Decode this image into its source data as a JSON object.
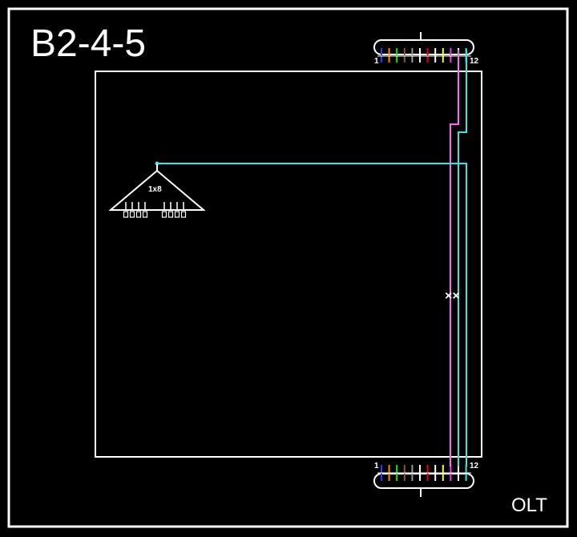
{
  "title": "B2-4-5",
  "corner_label": "OLT",
  "splitter": {
    "label": "1x8"
  },
  "top_cable": {
    "start_label": "1",
    "end_label": "12"
  },
  "bottom_cable": {
    "start_label": "1",
    "end_label": "12"
  },
  "fiber_colors": [
    "#1f3cff",
    "#ff8a00",
    "#19e619",
    "#8b5a2b",
    "#9a9a9a",
    "#ffffff",
    "#e60000",
    "#ffffff",
    "#ffff00",
    "#ff33ff",
    "#ffffff",
    "#33e6e6"
  ],
  "line_colors": {
    "frame": "#ffffff",
    "pink_fiber": "#ff66ff",
    "cyan_fiber": "#33e6e6"
  },
  "marker": "××"
}
